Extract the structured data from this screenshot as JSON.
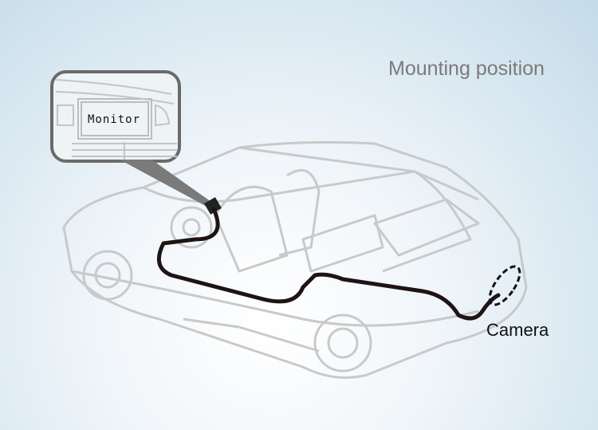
{
  "title": "Mounting position",
  "labels": {
    "monitor": "Monitor",
    "camera": "Camera"
  },
  "colors": {
    "car_outline": "#c8c8c8",
    "cable": "#1a1212",
    "callout": "#6a6a6a"
  }
}
